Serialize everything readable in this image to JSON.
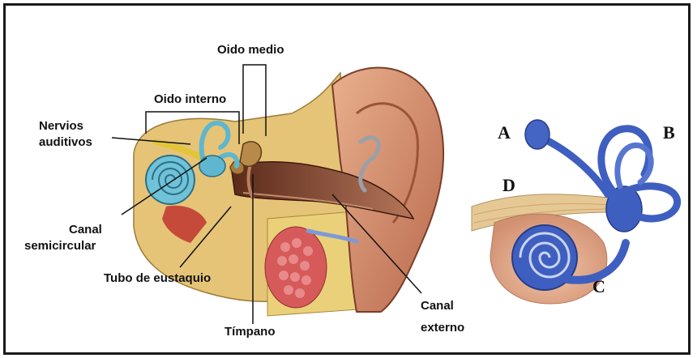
{
  "labels": {
    "oido_medio": "Oido medio",
    "oido_interno": "Oido interno",
    "nervios_line1": "Nervios",
    "nervios_line2": "auditivos",
    "canal_semi_line1": "Canal",
    "canal_semi_line2": "semicircular",
    "tubo_eustaquio": "Tubo de eustaquio",
    "timpano": "Tímpano",
    "canal_ext_line1": "Canal",
    "canal_ext_line2": "externo"
  },
  "letters": {
    "a": "A",
    "b": "B",
    "c": "C",
    "d": "D"
  },
  "colors": {
    "skin": "#d08a6a",
    "bone": "#e8cf6a",
    "canal": "#7a3d28",
    "cochlea_left": "#5fb6cf",
    "cochlea_right": "#3f5fc0",
    "nerve": "#e2c48a",
    "gland": "#d84b4b"
  }
}
